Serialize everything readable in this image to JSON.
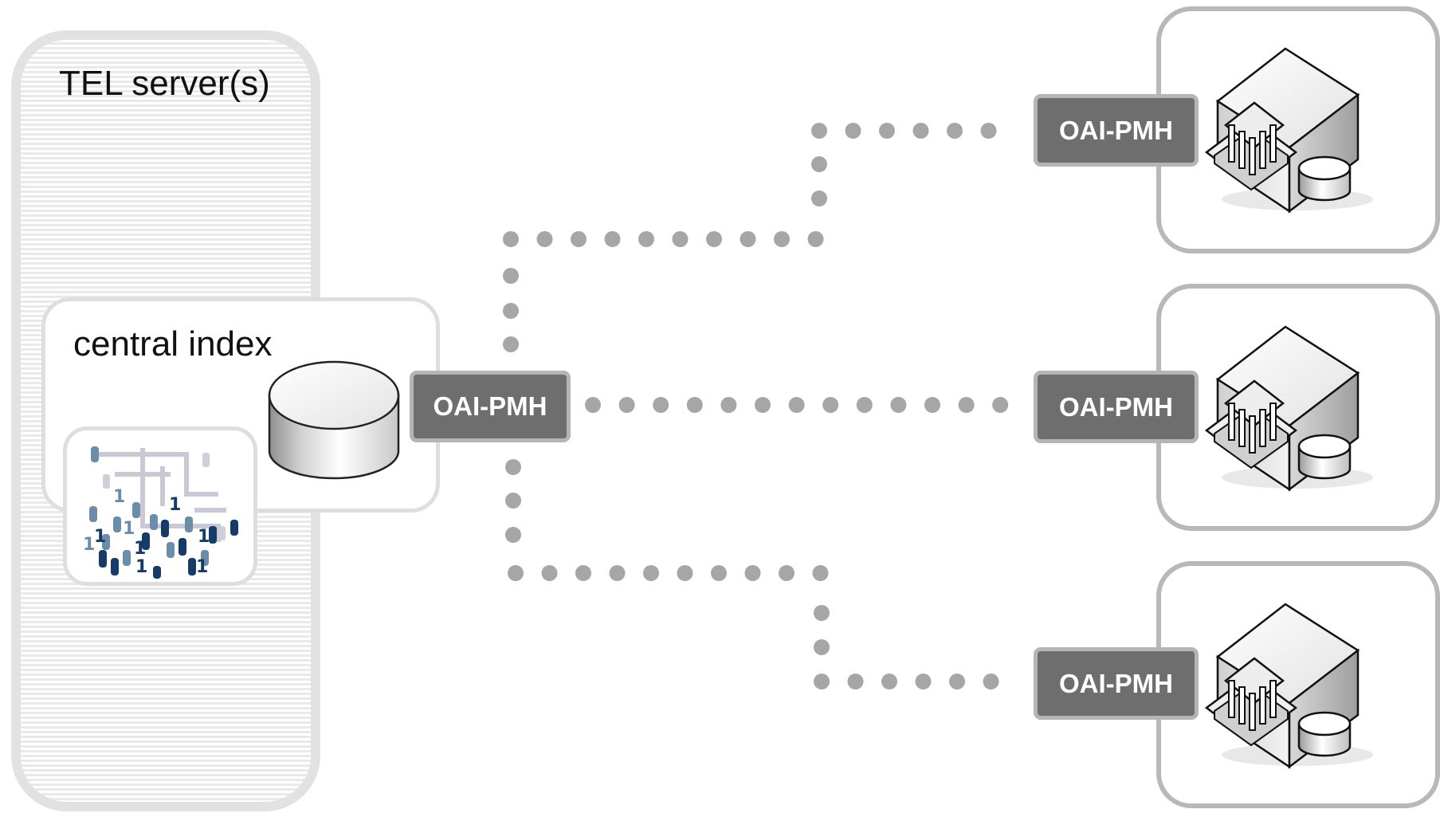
{
  "tel_server": {
    "title": "TEL server(s)"
  },
  "central_index": {
    "title": "central index",
    "protocol_label": "OAI-PMH"
  },
  "repositories": [
    {
      "protocol_label": "OAI-PMH"
    },
    {
      "protocol_label": "OAI-PMH"
    },
    {
      "protocol_label": "OAI-PMH"
    }
  ],
  "colors": {
    "connector_dots": "#a6a6a6",
    "badge_fill": "#6e6e6e",
    "badge_border": "#b5b5b5",
    "dark_data": "#173a66"
  },
  "icons": [
    "database-icon",
    "data-network-icon",
    "library-building-icon"
  ]
}
